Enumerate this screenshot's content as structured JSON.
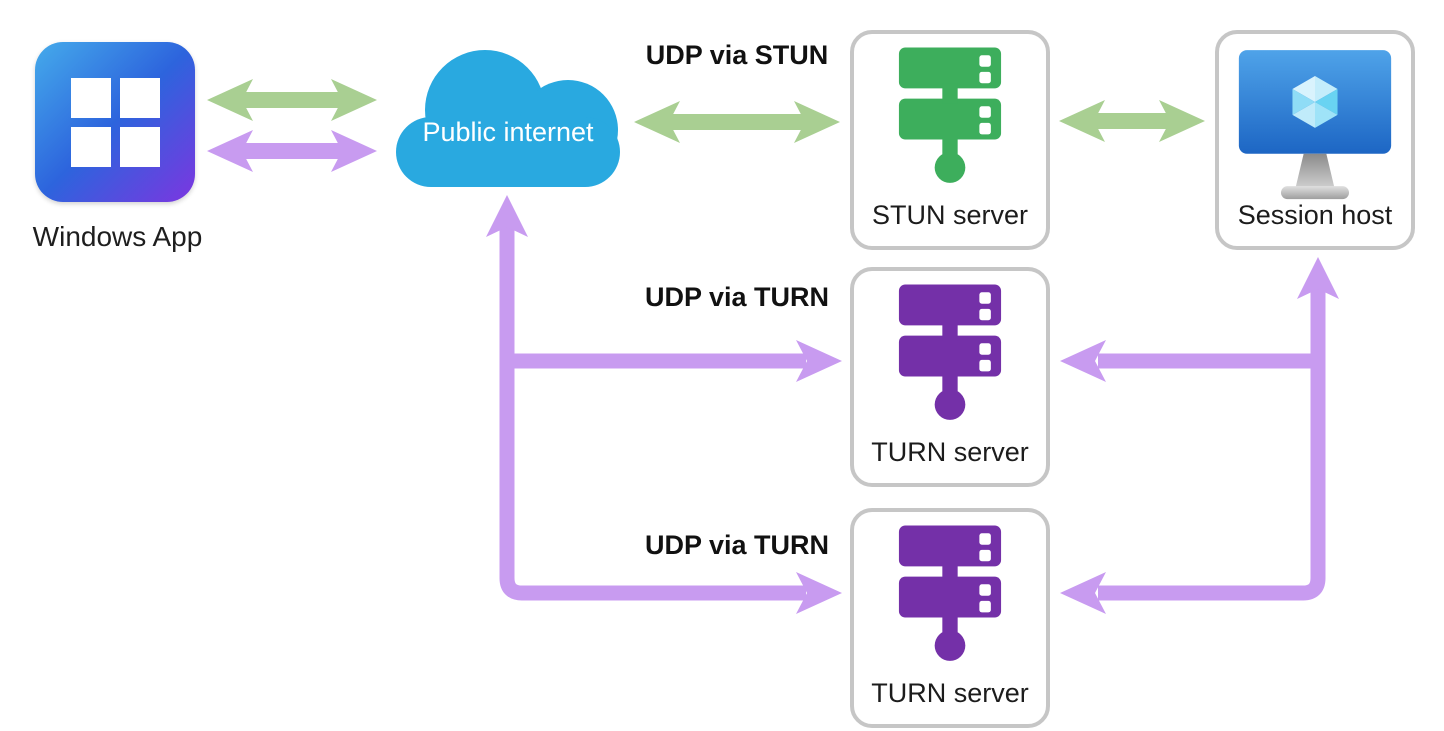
{
  "nodes": {
    "windows_app": {
      "label": "Windows App"
    },
    "public_internet": {
      "label": "Public internet"
    },
    "stun_server": {
      "label": "STUN server"
    },
    "session_host": {
      "label": "Session host"
    },
    "turn_server_1": {
      "label": "TURN server"
    },
    "turn_server_2": {
      "label": "TURN server"
    }
  },
  "edge_labels": {
    "udp_via_stun": "UDP via STUN",
    "udp_via_turn_1": "UDP via TURN",
    "udp_via_turn_2": "UDP via TURN"
  },
  "edges": [
    {
      "from": "windows_app",
      "to": "public_internet",
      "color": "green",
      "arrows": "both"
    },
    {
      "from": "windows_app",
      "to": "public_internet",
      "color": "purple",
      "arrows": "both"
    },
    {
      "from": "public_internet",
      "to": "stun_server",
      "color": "green",
      "arrows": "both",
      "label": "UDP via STUN"
    },
    {
      "from": "stun_server",
      "to": "session_host",
      "color": "green",
      "arrows": "both"
    },
    {
      "from": "public_internet",
      "to": "turn_server_1",
      "color": "purple",
      "arrows": "heads at public_internet and turn_server_1",
      "label": "UDP via TURN"
    },
    {
      "from": "public_internet",
      "to": "turn_server_2",
      "color": "purple",
      "arrows": "heads at public_internet and turn_server_2",
      "label": "UDP via TURN"
    },
    {
      "from": "session_host",
      "to": "turn_server_1",
      "color": "purple",
      "arrows": "heads at session_host and turn_server_1"
    },
    {
      "from": "session_host",
      "to": "turn_server_2",
      "color": "purple",
      "arrows": "heads at session_host and turn_server_2"
    }
  ],
  "colors": {
    "arrow_green": "#A9CF92",
    "arrow_purple": "#C89BF0",
    "cloud_blue": "#29A9E0",
    "stun_green": "#3DAE5C",
    "turn_purple": "#7430A8",
    "box_border": "#C6C6C6"
  }
}
